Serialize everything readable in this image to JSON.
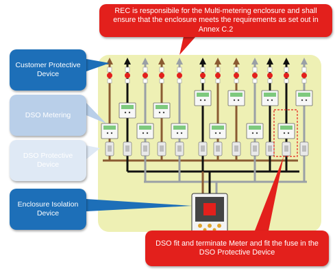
{
  "callouts": {
    "rec": "REC is responsibile for the Multi-metering enclosure and shall ensure that the enclosure meets the requirements as set out in Annex C.2",
    "customer_protective": "Customer Protective Device",
    "dso_metering": "DSO Metering",
    "dso_protective": "DSO Protective Device",
    "enclosure_isolation": "Enclosure Isolation Device",
    "dso_fit": "DSO fit and terminate Meter and fit the fuse in the DSO Protective Device"
  },
  "colors": {
    "enclosure_bg": "#eef0b4",
    "callout_red": "#e3201c",
    "callout_blue_dark": "#1d6fb8",
    "callout_blue_mid": "#b9cfe9",
    "callout_blue_light": "#dfe9f5",
    "cable_brown": "#8a5a32",
    "cable_black": "#111111",
    "cable_grey": "#9aa0a6"
  },
  "icons": {
    "circuit": "arrow-up-icon",
    "customer_fuse": "fuse-icon",
    "meter": "meter-icon",
    "dso_fuse": "cutout-icon",
    "isolator": "isolator-switch-icon"
  }
}
